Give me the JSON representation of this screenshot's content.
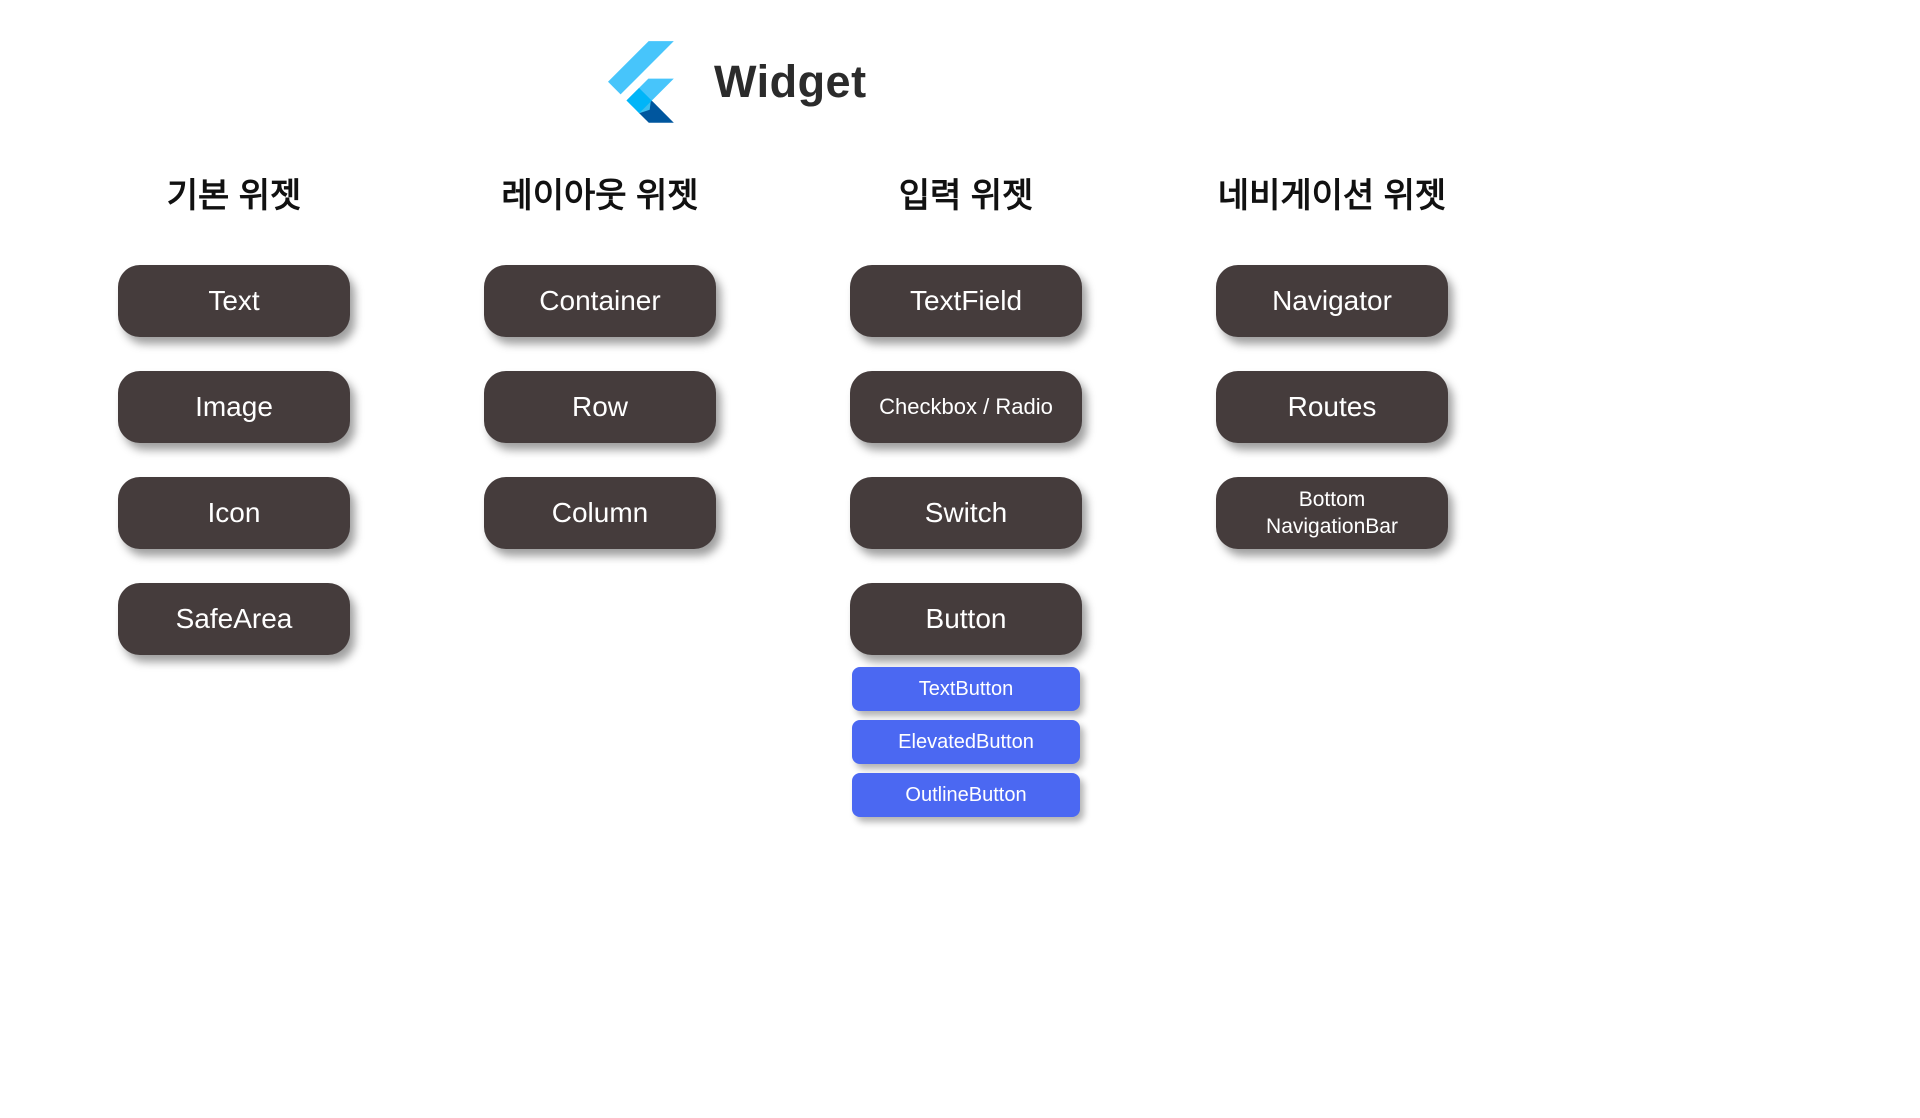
{
  "header": {
    "title": "Widget"
  },
  "icons": {
    "logo": "flutter-logo"
  },
  "columns": [
    {
      "heading": "기본 위젯",
      "items": [
        "Text",
        "Image",
        "Icon",
        "SafeArea"
      ]
    },
    {
      "heading": "레이아웃 위젯",
      "items": [
        "Container",
        "Row",
        "Column"
      ]
    },
    {
      "heading": "입력 위젯",
      "items": [
        "TextField",
        "Checkbox / Radio",
        "Switch",
        "Button"
      ],
      "sub_items": [
        "TextButton",
        "ElevatedButton",
        "OutlineButton"
      ]
    },
    {
      "heading": "네비게이션 위젯",
      "items": [
        "Navigator",
        "Routes",
        "Bottom NavigationBar"
      ]
    }
  ],
  "colors": {
    "dark_box": "#453C3C",
    "blue_box": "#4B68F2",
    "box_text": "#FFFFFF",
    "heading_text": "#111111",
    "background": "#FFFFFF",
    "logo_light_blue": "#47C5FB",
    "logo_dark_blue": "#00569E"
  }
}
